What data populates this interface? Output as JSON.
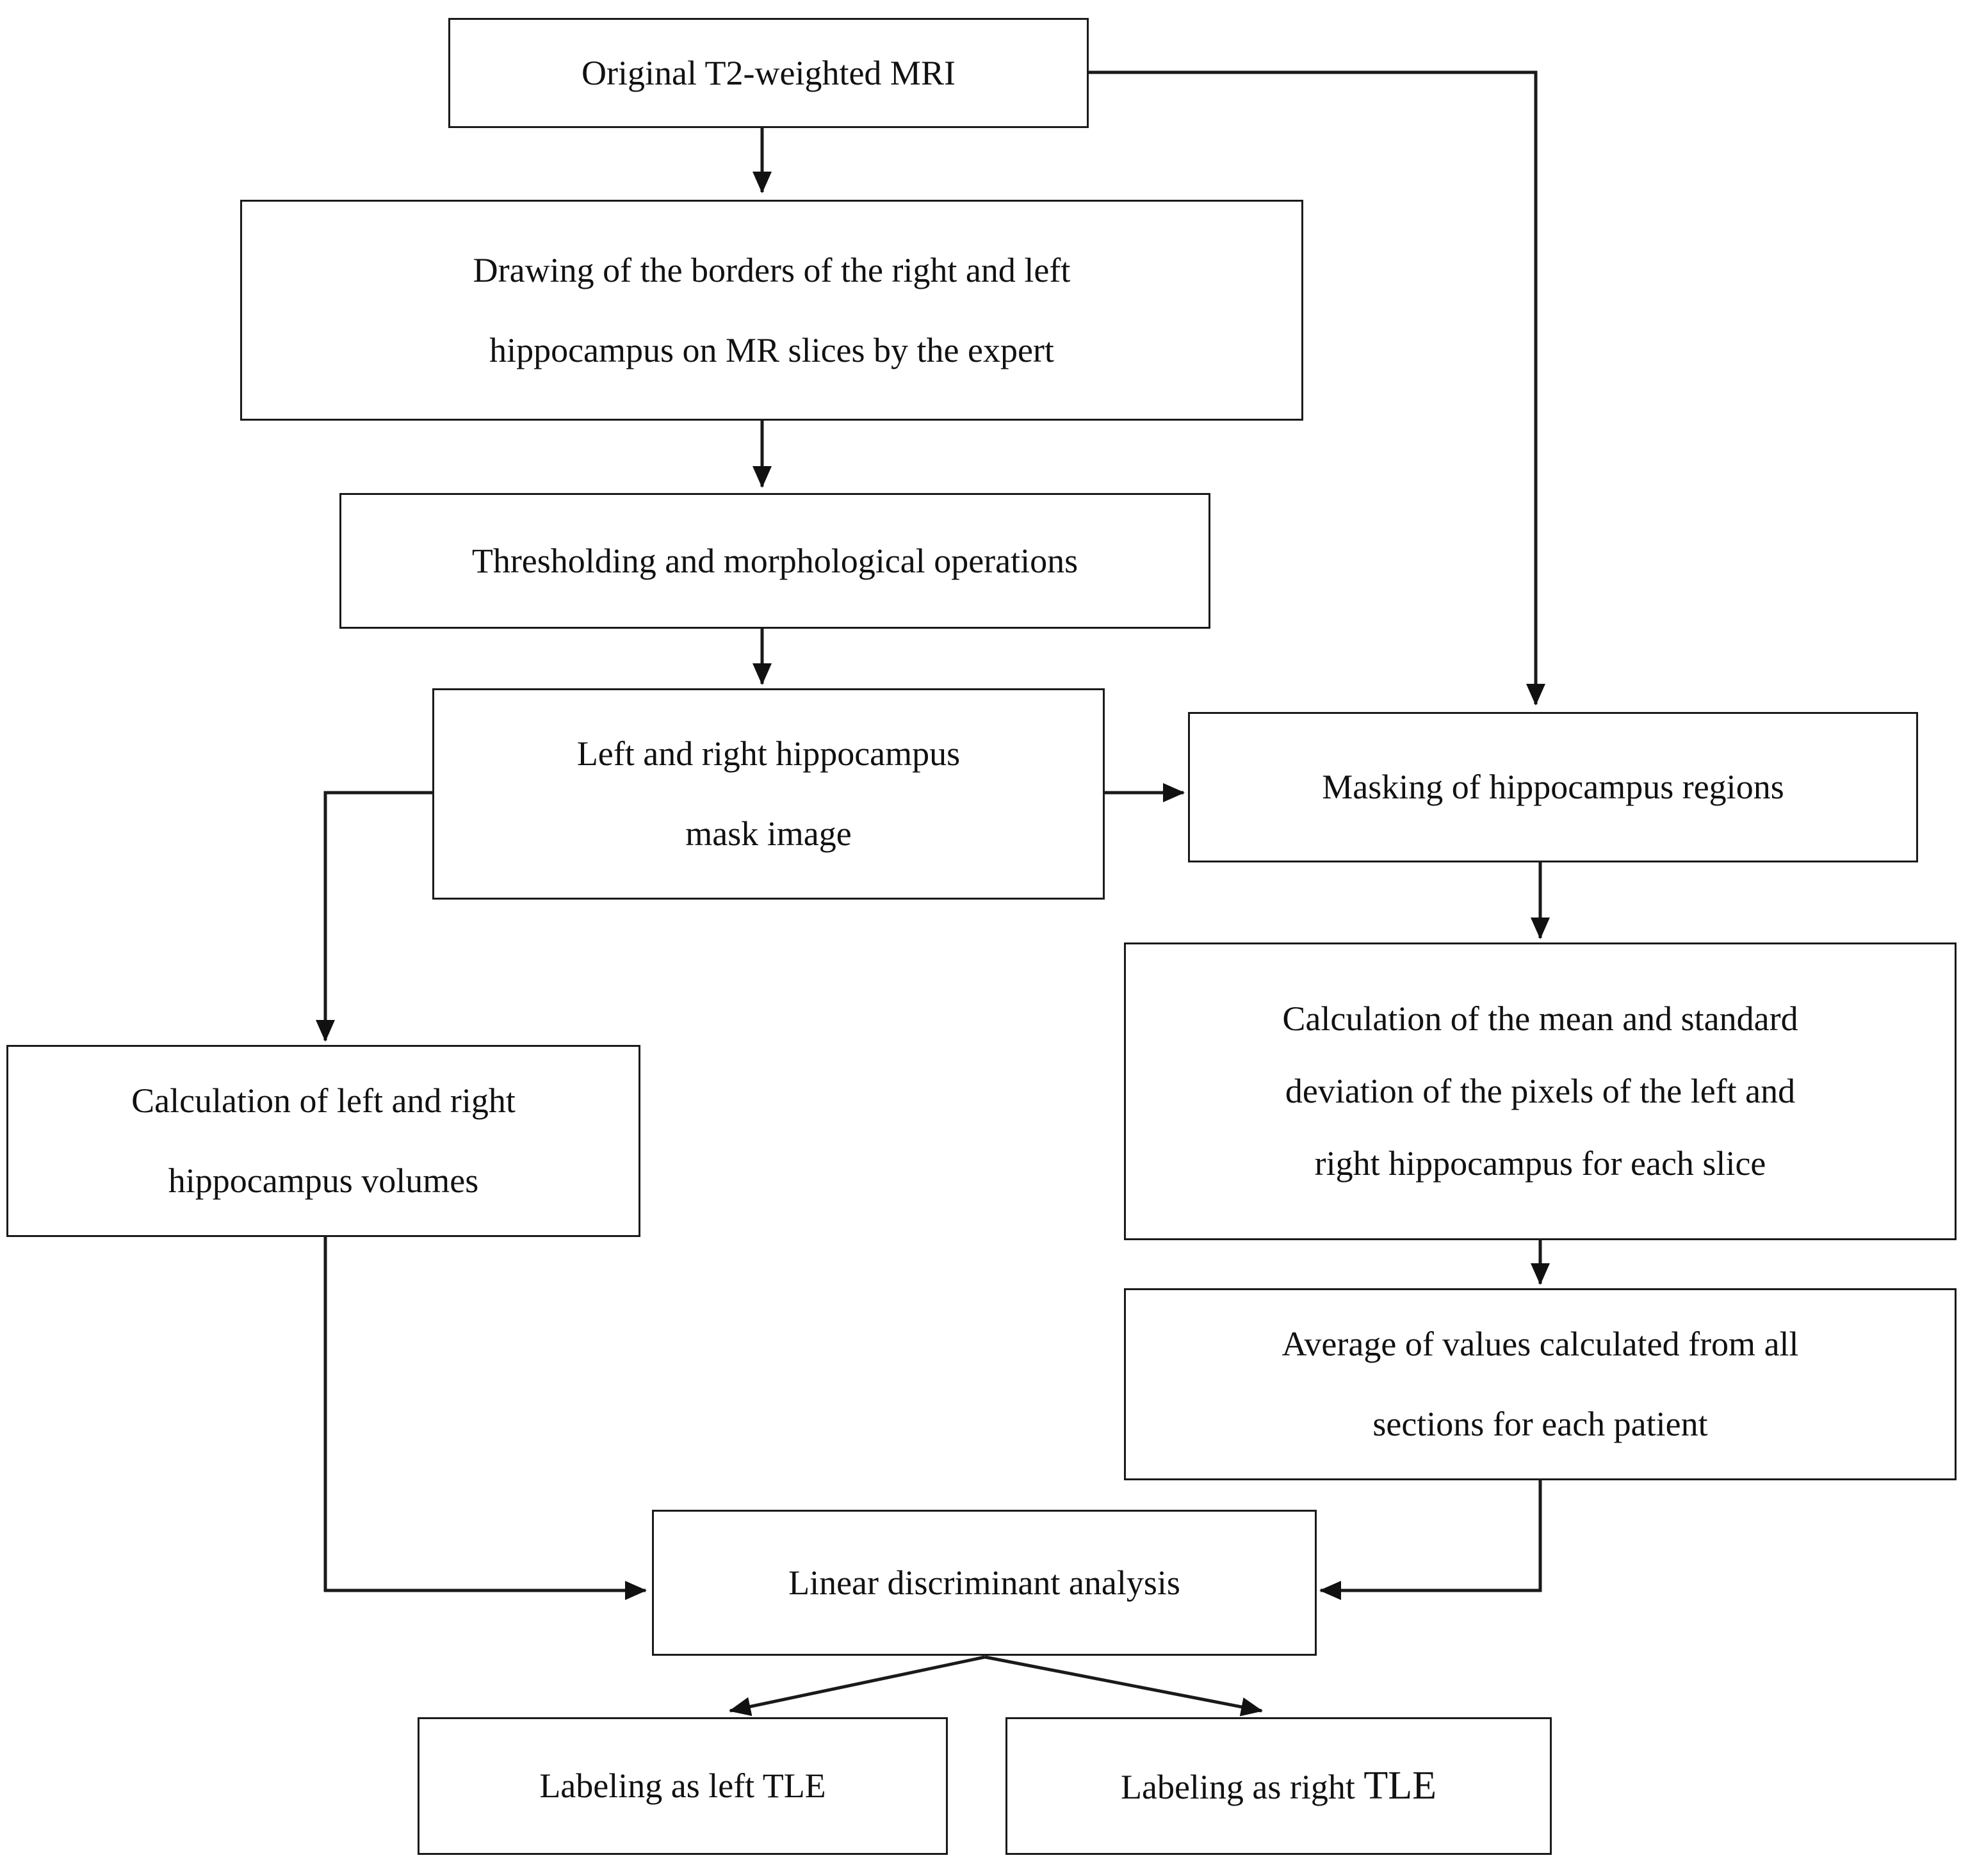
{
  "diagram": {
    "title": "Hippocampus MRI TLE classification pipeline flowchart",
    "stroke_color": "#1a1a1a",
    "background_color": "#ffffff",
    "nodes": [
      {
        "id": "original-mri",
        "lines": [
          "Original T2-weighted MRI"
        ]
      },
      {
        "id": "drawing-borders",
        "lines": [
          "Drawing of the borders of the right and left",
          "hippocampus on MR slices by the expert"
        ]
      },
      {
        "id": "thresholding",
        "lines": [
          "Thresholding and morphological operations"
        ]
      },
      {
        "id": "mask-image",
        "lines": [
          "Left and right hippocampus",
          "mask image"
        ]
      },
      {
        "id": "masking-regions",
        "lines": [
          "Masking of hippocampus regions"
        ]
      },
      {
        "id": "mean-std",
        "lines": [
          "Calculation of the mean and standard",
          "deviation of the pixels of the left and",
          "right hippocampus for each slice"
        ]
      },
      {
        "id": "average-values",
        "lines": [
          "Average of values calculated from all",
          "sections for each patient"
        ]
      },
      {
        "id": "volumes",
        "lines": [
          "Calculation of left and right",
          "hippocampus volumes"
        ]
      },
      {
        "id": "lda",
        "lines": [
          "Linear discriminant analysis"
        ]
      },
      {
        "id": "label-left",
        "lines": [
          "Labeling as left TLE"
        ]
      },
      {
        "id": "label-right",
        "lines": [
          "Labeling as right ",
          "TLE"
        ]
      }
    ],
    "edges": [
      {
        "from": "original-mri",
        "to": "drawing-borders",
        "kind": "straight-down"
      },
      {
        "from": "original-mri",
        "to": "masking-regions",
        "kind": "right-then-down"
      },
      {
        "from": "drawing-borders",
        "to": "thresholding",
        "kind": "straight-down"
      },
      {
        "from": "thresholding",
        "to": "mask-image",
        "kind": "straight-down"
      },
      {
        "from": "mask-image",
        "to": "masking-regions",
        "kind": "straight-right"
      },
      {
        "from": "mask-image",
        "to": "volumes",
        "kind": "left-then-down"
      },
      {
        "from": "masking-regions",
        "to": "mean-std",
        "kind": "straight-down"
      },
      {
        "from": "mean-std",
        "to": "average-values",
        "kind": "straight-down"
      },
      {
        "from": "volumes",
        "to": "lda",
        "kind": "down-then-right"
      },
      {
        "from": "average-values",
        "to": "lda",
        "kind": "down-then-left"
      },
      {
        "from": "lda",
        "to": "label-left",
        "kind": "diagonal-down-left"
      },
      {
        "from": "lda",
        "to": "label-right",
        "kind": "diagonal-down-right"
      }
    ]
  }
}
